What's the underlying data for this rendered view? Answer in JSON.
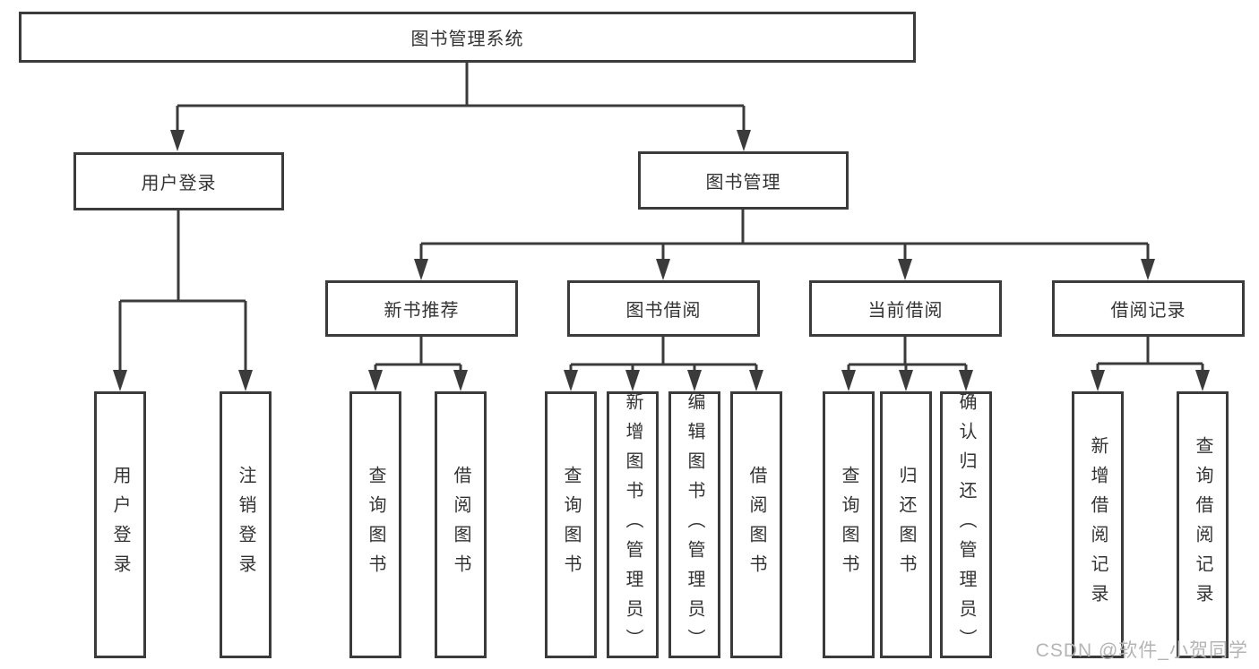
{
  "tree": {
    "label": "图书管理系统",
    "children": [
      {
        "label": "用户登录",
        "children": [
          {
            "label": "用户登录"
          },
          {
            "label": "注销登录"
          }
        ]
      },
      {
        "label": "图书管理",
        "children": [
          {
            "label": "新书推荐",
            "children": [
              {
                "label": "查询图书"
              },
              {
                "label": "借阅图书"
              }
            ]
          },
          {
            "label": "图书借阅",
            "children": [
              {
                "label": "查询图书"
              },
              {
                "label": "新增图书（管理员）"
              },
              {
                "label": "编辑图书（管理员）"
              },
              {
                "label": "借阅图书"
              }
            ]
          },
          {
            "label": "当前借阅",
            "children": [
              {
                "label": "查询图书"
              },
              {
                "label": "归还图书"
              },
              {
                "label": "确认归还（管理员）"
              }
            ]
          },
          {
            "label": "借阅记录",
            "children": [
              {
                "label": "新增借阅记录"
              },
              {
                "label": "查询借阅记录"
              }
            ]
          }
        ]
      }
    ]
  },
  "watermark": "CSDN @软件_小贺同学",
  "colors": {
    "line": "#3b3b3b",
    "text": "#333333",
    "watermark": "#b4b4b4"
  }
}
